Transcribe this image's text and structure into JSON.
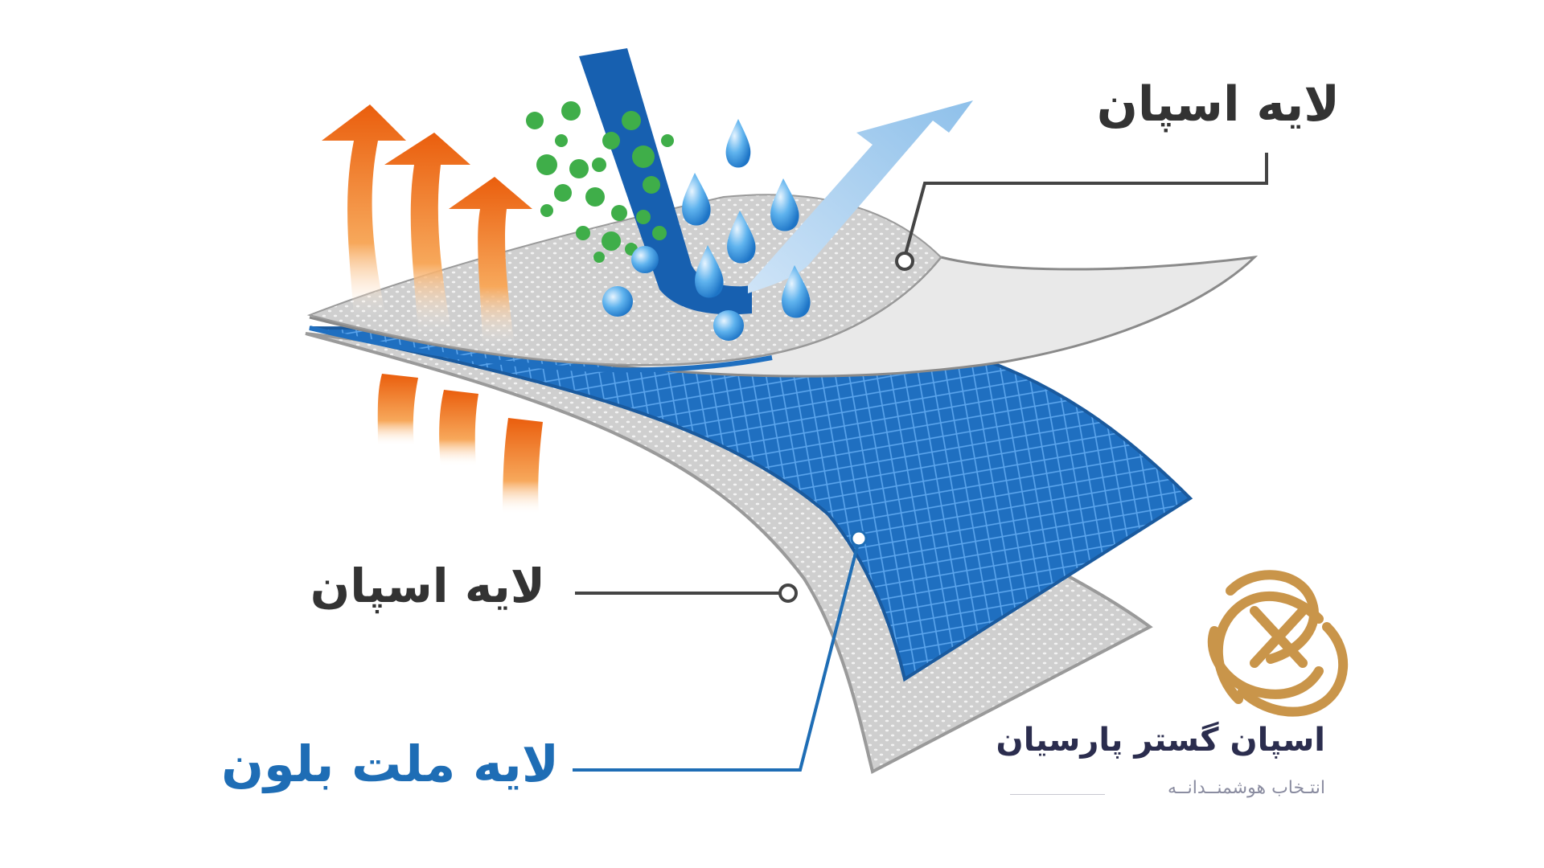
{
  "labels": {
    "top_layer": "لایه اسپان",
    "middle_layer": "لایه اسپان",
    "meltblown_layer": "لایه ملت بلون"
  },
  "brand": {
    "name": "اسپان گستر پارسیان",
    "tagline": "انتـخاب هوشمنــدانــه"
  },
  "colors": {
    "spunbond_layer": "#d9d9d9",
    "meltblown_layer": "#1e6db5",
    "heat_arrows": "#f07a1a",
    "airflow_arrow": "#a6cdee",
    "particles": "#3fae49",
    "water_drops": "#2f8fd8",
    "logo": "#c9954a",
    "label_text": "#333333",
    "meltblown_label": "#1e6db5"
  }
}
